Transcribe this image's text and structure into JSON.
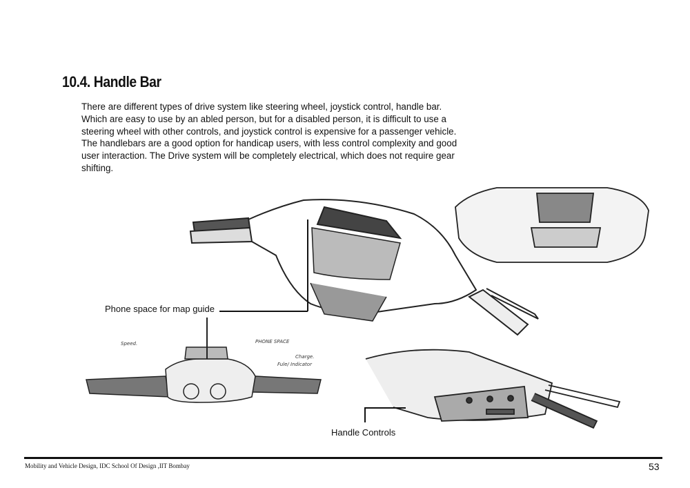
{
  "section": {
    "title": "10.4. Handle Bar"
  },
  "paragraph_lines": [
    "There are different types of drive system like steering wheel, joystick control, handle bar.",
    "Which are easy to use by an abled person, but for a disabled person, it is difficult to use a",
    "steering wheel with other controls, and joystick control is expensive for a passenger vehicle.",
    "The handlebars are a good option for handicap users, with less control complexity and good",
    "user interaction. The Drive system will be completely electrical, which does not require gear",
    "shifting."
  ],
  "figure": {
    "callouts": {
      "phone_space": "Phone space for map guide",
      "handle_controls": "Handle Controls"
    },
    "sketch_notes": {
      "speed": "Speed.",
      "phone_space": "PHONE SPACE",
      "charge": "Charge.",
      "fuel": "Fule/ Indicator"
    }
  },
  "footer": {
    "text": "Mobility and Vehicle Design, IDC School Of Design ,IIT Bombay",
    "page_number": "53"
  }
}
